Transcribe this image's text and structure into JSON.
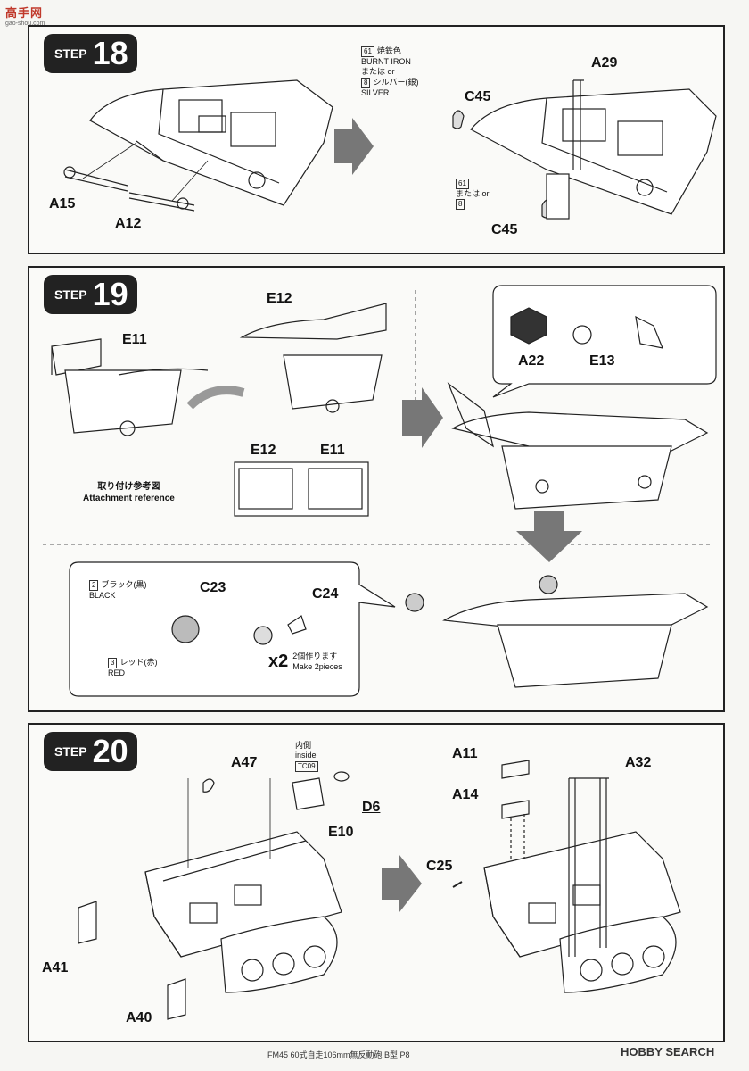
{
  "watermark": {
    "title": "高手网",
    "url": "gao-shou.com"
  },
  "step18": {
    "label_word": "STEP",
    "number": "18",
    "parts": {
      "a15": "A15",
      "a12": "A12",
      "a29": "A29",
      "c45_top": "C45",
      "c45_bottom": "C45"
    },
    "paint_top": {
      "code1": "61",
      "line1": "焼鉄色",
      "line2": "BURNT IRON",
      "or": "または or",
      "code2": "8",
      "line3": "シルバー(銀)",
      "line4": "SILVER"
    },
    "paint_bottom": {
      "code1": "61",
      "or": "または or",
      "code2": "8"
    }
  },
  "step19": {
    "label_word": "STEP",
    "number": "19",
    "parts": {
      "e11": "E11",
      "e12": "E12",
      "e12_ref": "E12",
      "e11_ref": "E11",
      "a22": "A22",
      "e13": "E13",
      "c23": "C23",
      "c24": "C24"
    },
    "reference": {
      "jp": "取り付け参考図",
      "en": "Attachment reference"
    },
    "paint_black": {
      "code": "2",
      "jp": "ブラック(黒)",
      "en": "BLACK"
    },
    "paint_red": {
      "code": "3",
      "jp": "レッド(赤)",
      "en": "RED"
    },
    "make": {
      "x": "x2",
      "jp": "2個作ります",
      "en": "Make 2pieces"
    }
  },
  "step20": {
    "label_word": "STEP",
    "number": "20",
    "parts": {
      "a47": "A47",
      "d6": "D6",
      "e10": "E10",
      "a41": "A41",
      "a40": "A40",
      "a11": "A11",
      "a14": "A14",
      "a32": "A32",
      "c25": "C25"
    },
    "inside": {
      "jp": "内側",
      "en": "inside",
      "code": "TC09"
    }
  },
  "footer": {
    "text": "FM45 60式自走106mm無反動砲 B型 P8",
    "logo": "HOBBY SEARCH"
  }
}
